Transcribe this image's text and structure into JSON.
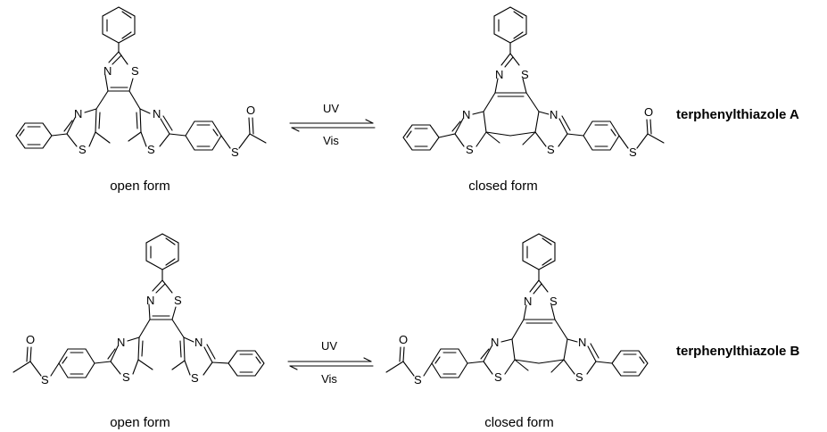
{
  "rows": [
    {
      "title": "terphenylthiazole A",
      "open_label": "open form",
      "closed_label": "closed form",
      "forward": "UV",
      "backward": "Vis"
    },
    {
      "title": "terphenylthiazole B",
      "open_label": "open form",
      "closed_label": "closed form",
      "forward": "UV",
      "backward": "Vis"
    }
  ],
  "atoms": {
    "n": "N",
    "s": "S",
    "o": "O"
  }
}
